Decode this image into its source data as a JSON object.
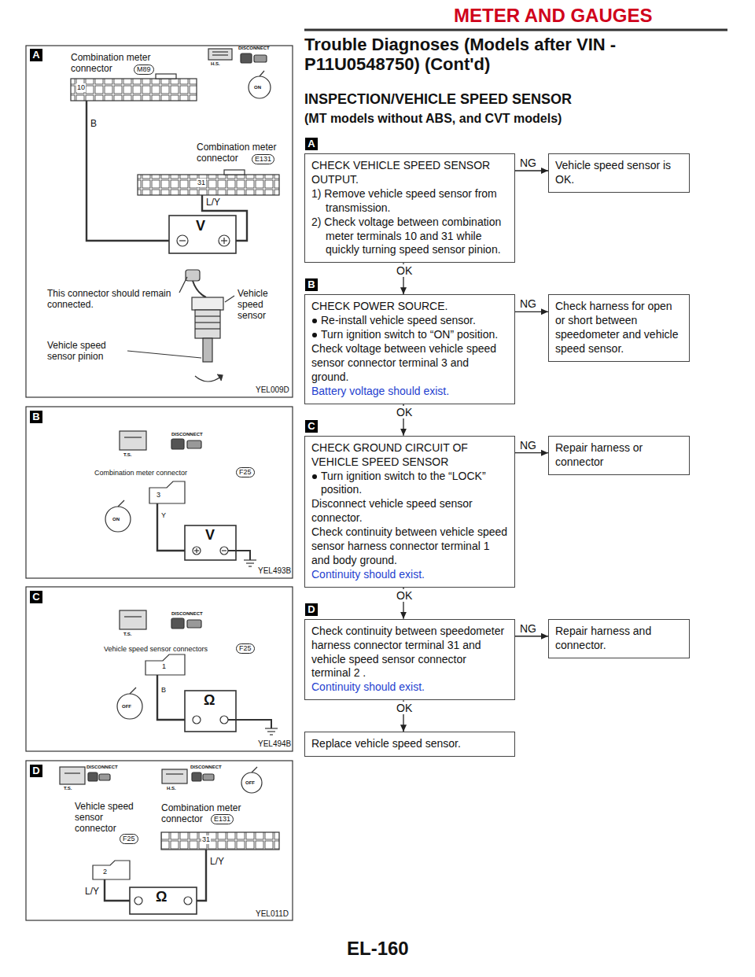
{
  "diagram": {
    "title": "Trouble Diagnoses (Models after VIN - P11U0548750) (Cont'd)",
    "nodes": [
      {
        "text": [
          "CHECK VEHICLE SPEED SENSOR OUTPUT.",
          "1) Remove vehicle speed sensor from transmission.",
          "2) Check voltage between combination meter terminals 10 and 31 while quickly turning speed sensor pinion."
        ]
      },
      {
        "text": [
          "Vehicle speed sensor is OK."
        ]
      },
      {
        "text": [
          "CHECK POWER SOURCE.",
          "Re-install vehicle speed sensor.",
          "Turn ignition switch to “ON” position.",
          "Check voltage between vehicle speed sensor connector terminal 3 and ground.",
          "Battery voltage should exist."
        ]
      },
      {
        "text": [
          "Check harness for open or short between speedometer and vehicle speed sensor."
        ]
      },
      {
        "text": [
          "CHECK GROUND CIRCUIT OF VEHICLE SPEED SENSOR",
          "Turn ignition switch to the “LOCK” position.",
          "Disconnect vehicle speed sensor connector.",
          "Check continuity between vehicle speed sensor harness connector terminal 1 and body ground.",
          "Continuity should exist."
        ]
      },
      {
        "text": [
          "Repair harness or connector"
        ]
      },
      {
        "text": [
          "Check continuity between speedometer harness connector terminal 31 and vehicle speed sensor connector terminal 2 .",
          "Continuity should exist."
        ]
      },
      {
        "text": [
          "Repair harness and connector."
        ]
      },
      {
        "text": [
          "Replace vehicle speed sensor."
        ]
      }
    ],
    "edges": [
      {
        "from": 0,
        "to": 1,
        "label": "NG",
        "arrow": "to"
      },
      {
        "from": 0,
        "to": 2,
        "label": "OK",
        "arrow": "to"
      },
      {
        "from": 2,
        "to": 3,
        "label": "NG",
        "arrow": "to"
      },
      {
        "from": 2,
        "to": 4,
        "label": "OK",
        "arrow": "to"
      },
      {
        "from": 4,
        "to": 5,
        "label": "NG",
        "arrow": "to"
      },
      {
        "from": 4,
        "to": 6,
        "label": "OK",
        "arrow": "to"
      },
      {
        "from": 6,
        "to": 7,
        "label": "NG",
        "arrow": "to"
      },
      {
        "from": 6,
        "to": 8,
        "label": "OK",
        "arrow": "to"
      }
    ],
    "labels": [
      "METER AND GAUGES",
      "INSPECTION/VEHICLE SPEED SENSOR",
      "(MT models without ABS, and CVT models)",
      "EL-160",
      "A",
      "B",
      "C",
      "D",
      "A",
      "Combination meter connector",
      "M89",
      "10",
      "B",
      "H.S.",
      "DISCONNECT",
      "ON",
      "Combination meter connector",
      "E131",
      "31",
      "L/Y",
      "V",
      "This connector should remain connected.",
      "Vehicle speed sensor",
      "Vehicle speed sensor pinion",
      "YEL009D",
      "B",
      "T.S.",
      "DISCONNECT",
      "Combination meter connector",
      "F25",
      "ON",
      "3",
      "Y",
      "V",
      "YEL493B",
      "C",
      "T.S.",
      "DISCONNECT",
      "Vehicle speed sensor connectors",
      "F25",
      "1",
      "B",
      "OFF",
      "Ω",
      "YEL494B",
      "D",
      "T.S.",
      "DISCONNECT",
      "H.S.",
      "DISCONNECT",
      "OFF",
      "Vehicle speed sensor connector",
      "F25",
      "Combination meter connector",
      "E131",
      "31",
      "L/Y",
      "2",
      "L/Y",
      "Ω",
      "YEL011D"
    ]
  }
}
